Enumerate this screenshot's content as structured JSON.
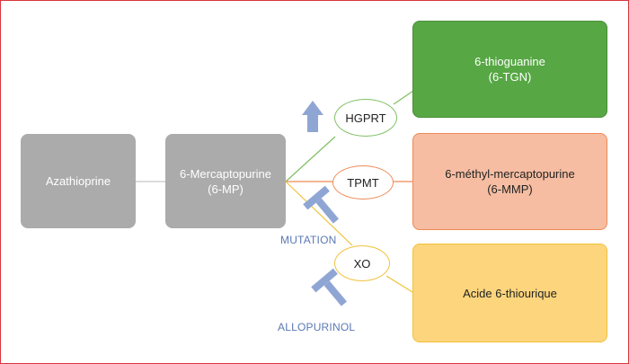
{
  "nodes": {
    "azathioprine": "Azathioprine",
    "mercaptopurine": "6-Mercaptopurine\n(6-MP)",
    "thioguanine": "6-thioguanine\n(6-TGN)",
    "methyl_mercaptopurine": "6-méthyl-mercaptopurine\n(6-MMP)",
    "thiouric_acid": "Acide 6-thiourique"
  },
  "enzymes": {
    "hgprt": "HGPRT",
    "tpmt": "TPMT",
    "xo": "XO"
  },
  "modifiers": {
    "mutation": "MUTATION",
    "allopurinol": "ALLOPURINOL"
  },
  "colors": {
    "frame": "#d9363e",
    "grey_box": "#ababab",
    "green_box": "#57a744",
    "orange_box": "#f6bda2",
    "orange_border": "#ee8a55",
    "yellow_box": "#fdd57d",
    "yellow_border": "#f0c23b",
    "inhibitor_blue": "#8fa6d4",
    "label_blue": "#5b78b4"
  },
  "icons": {
    "up_arrow": "up-arrow-icon",
    "inhibitor": "inhibitor-t-icon"
  }
}
